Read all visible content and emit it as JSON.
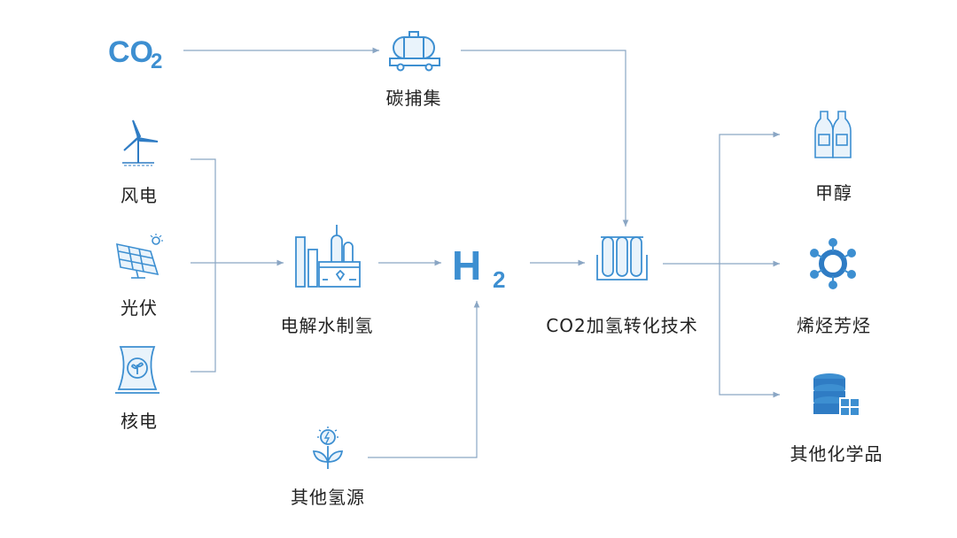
{
  "inputs": {
    "co2": {
      "symbol": "CO",
      "sub": "2"
    },
    "wind": {
      "label": "风电",
      "icon": "wind-turbine-icon"
    },
    "solar": {
      "label": "光伏",
      "icon": "solar-panel-icon"
    },
    "nuclear": {
      "label": "核电",
      "icon": "nuclear-plant-icon"
    },
    "other_h2": {
      "label": "其他氢源",
      "icon": "plant-energy-icon"
    }
  },
  "processes": {
    "capture": {
      "label": "碳捕集",
      "icon": "tanker-truck-icon"
    },
    "electrolysis": {
      "label": "电解水制氢",
      "icon": "factory-icon"
    },
    "hydrogen": {
      "symbol": "H",
      "sub": "2"
    },
    "conversion": {
      "label": "CO2加氢转化技术",
      "icon": "test-tubes-icon"
    }
  },
  "outputs": {
    "methanol": {
      "label": "甲醇",
      "icon": "bottles-icon"
    },
    "olefins": {
      "label": "烯烃芳烃",
      "icon": "molecule-icon"
    },
    "chemicals": {
      "label": "其他化学品",
      "icon": "database-grid-icon"
    }
  },
  "colors": {
    "icon": "#3d8fd1",
    "icon_dark": "#2f7cc4",
    "line": "#8aa6c4",
    "text": "#222222"
  }
}
